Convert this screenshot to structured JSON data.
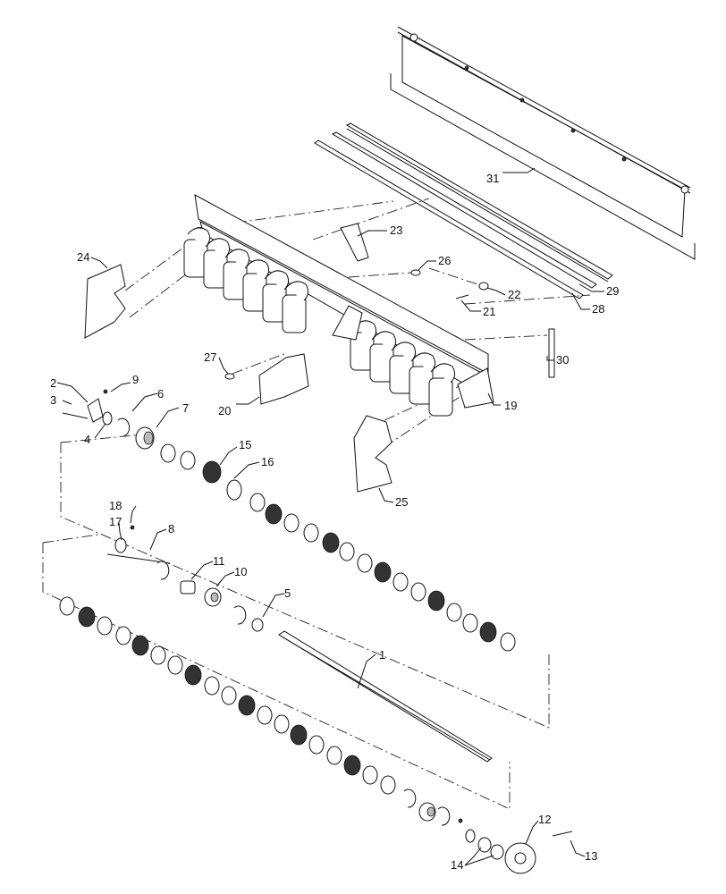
{
  "callouts": [
    "1",
    "2",
    "3",
    "4",
    "5",
    "6",
    "7",
    "8",
    "9",
    "10",
    "11",
    "12",
    "13",
    "14",
    "15",
    "16",
    "17",
    "18",
    "19",
    "20",
    "21",
    "22",
    "23",
    "24",
    "25",
    "26",
    "27",
    "28",
    "29",
    "30",
    "31"
  ],
  "parts": {
    "shaft": "shaft-icon",
    "sprocket": "sprocket-icon",
    "cleaner_bar": "cleaner-bar-icon",
    "deflector": "deflector-plate-icon",
    "bearing": "bearing-icon",
    "rubber_flap": "rubber-flap-icon"
  }
}
